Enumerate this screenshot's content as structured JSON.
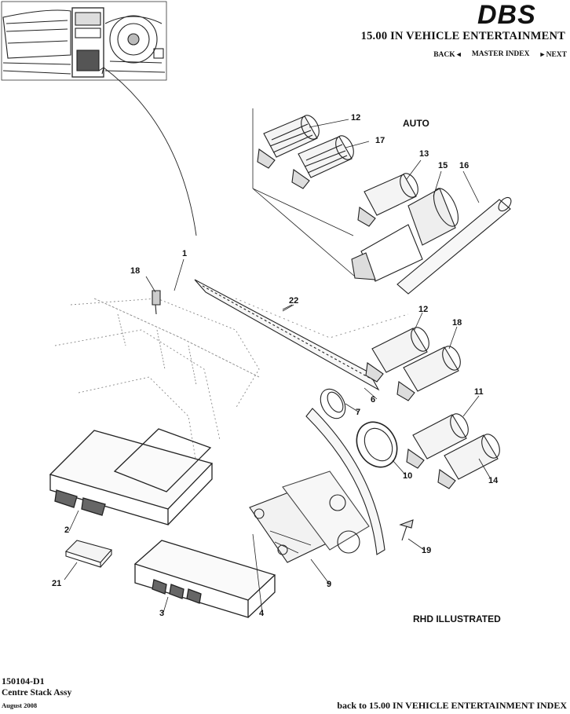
{
  "header": {
    "logo_text": "DBS",
    "section_title": "15.00 IN VEHICLE ENTERTAINMENT",
    "nav": {
      "back": "BACK ◂",
      "master_index": "MASTER INDEX",
      "next": "▸ NEXT"
    }
  },
  "diagram": {
    "notes": {
      "auto": "AUTO",
      "rhd": "RHD ILLUSTRATED"
    },
    "callouts": [
      "12",
      "17",
      "13",
      "15",
      "16",
      "1",
      "18",
      "22",
      "12",
      "18",
      "6",
      "7",
      "11",
      "10",
      "14",
      "2",
      "21",
      "3",
      "4",
      "9",
      "19"
    ]
  },
  "footer": {
    "part_code": "150104-D1",
    "part_name": "Centre Stack Assy",
    "date": "August 2008",
    "back_link": "back to 15.00 IN VEHICLE ENTERTAINMENT INDEX"
  }
}
